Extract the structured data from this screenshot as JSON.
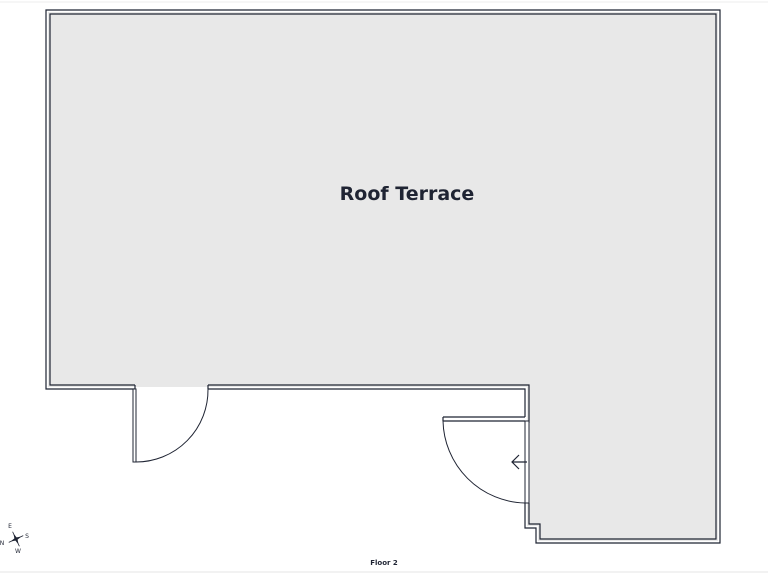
{
  "rooms": [
    {
      "label": "Roof Terrace"
    }
  ],
  "floor": {
    "label": "Floor 2"
  },
  "compass": {
    "n": "N",
    "e": "E",
    "s": "S",
    "w": "W"
  },
  "colors": {
    "floor_fill": "#e8e8e8",
    "wall": "#1f2433",
    "text": "#1f2433",
    "background": "#ffffff",
    "divider": "#e6e6e6"
  }
}
